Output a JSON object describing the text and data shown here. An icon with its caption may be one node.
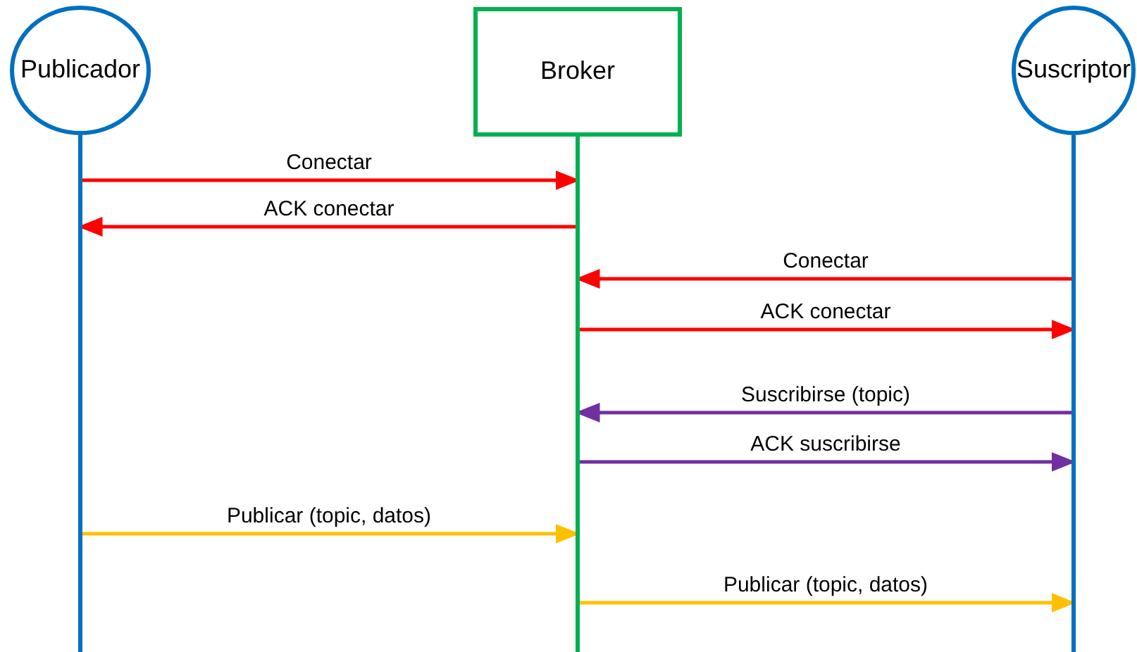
{
  "diagram": {
    "nodes": [
      {
        "text": [
          "Publicador"
        ]
      },
      {
        "text": [
          "Broker"
        ]
      },
      {
        "text": [
          "Suscriptor"
        ]
      }
    ],
    "edges": [
      {
        "from": 0,
        "to": 1,
        "arrow": "to",
        "label": "Conectar"
      },
      {
        "from": 1,
        "to": 0,
        "arrow": "to",
        "label": "ACK conectar"
      },
      {
        "from": 2,
        "to": 1,
        "arrow": "to",
        "label": "Conectar"
      },
      {
        "from": 1,
        "to": 2,
        "arrow": "to",
        "label": "ACK conectar"
      },
      {
        "from": 2,
        "to": 1,
        "arrow": "to",
        "label": "Suscribirse (topic)",
        "color": "#7030a0"
      },
      {
        "from": 1,
        "to": 2,
        "arrow": "to",
        "label": "ACK suscribirse",
        "color": "#7030a0"
      },
      {
        "from": 0,
        "to": 1,
        "arrow": "to",
        "label": "Publicar (topic, datos)",
        "color": "#ffc000"
      },
      {
        "from": 1,
        "to": 2,
        "arrow": "to",
        "label": "Publicar (topic, datos)",
        "color": "#ffc000"
      }
    ]
  }
}
